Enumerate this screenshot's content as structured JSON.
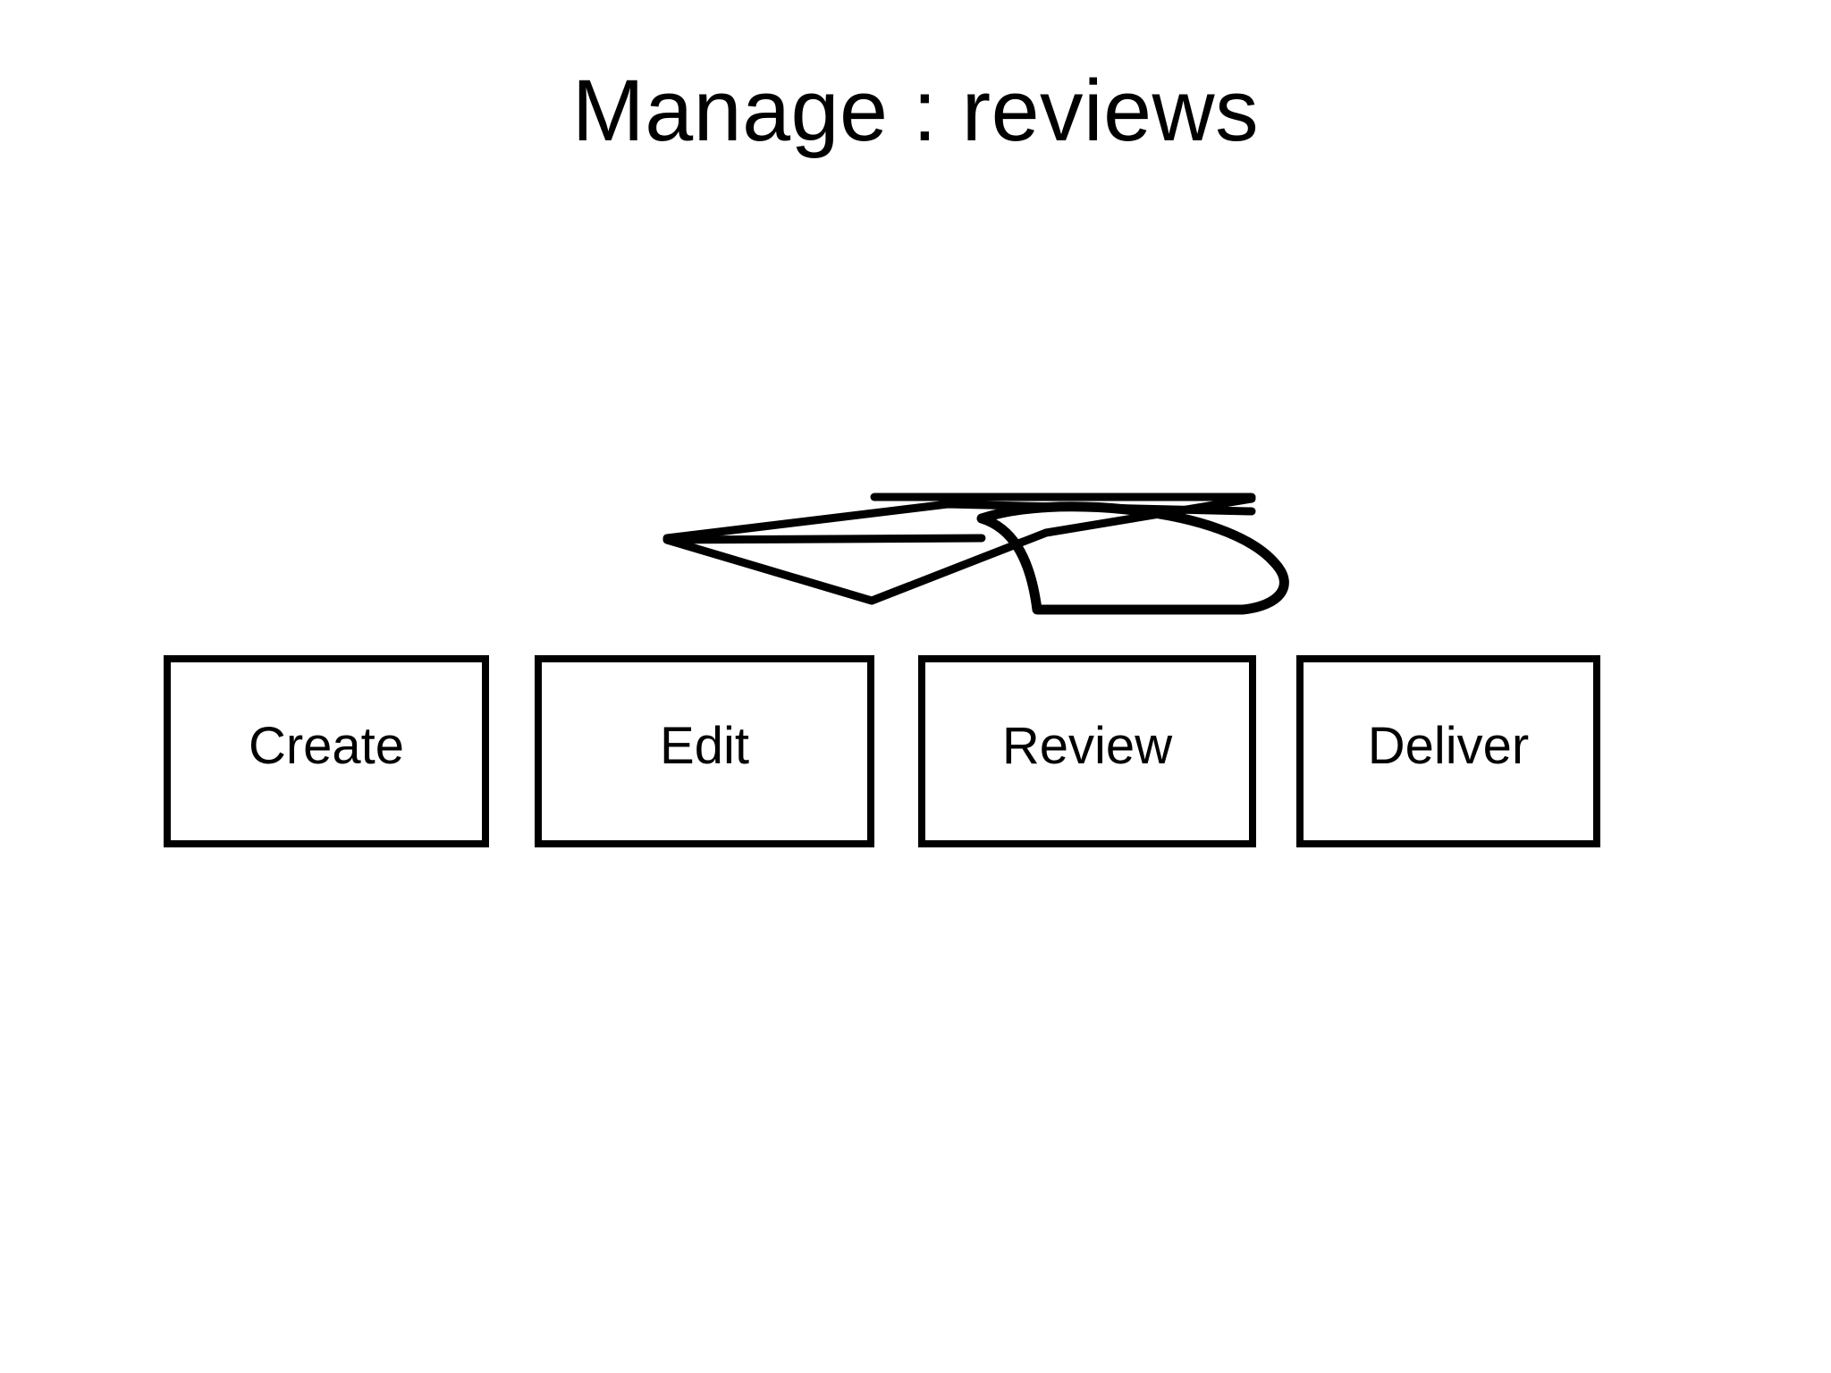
{
  "slide": {
    "title": "Manage : reviews",
    "background_color": "#ffffff",
    "ink_color": "#000000",
    "box_border_color": "#000000",
    "box_fill_color": "#ffffff",
    "text_color": "#000000"
  },
  "annotation": {
    "name": "freehand-ink-scribble",
    "description": "hand-drawn scribble"
  },
  "process": {
    "boxes": [
      {
        "id": "create",
        "label": "Create"
      },
      {
        "id": "edit",
        "label": "Edit"
      },
      {
        "id": "review",
        "label": "Review"
      },
      {
        "id": "deliver",
        "label": "Deliver"
      }
    ]
  }
}
